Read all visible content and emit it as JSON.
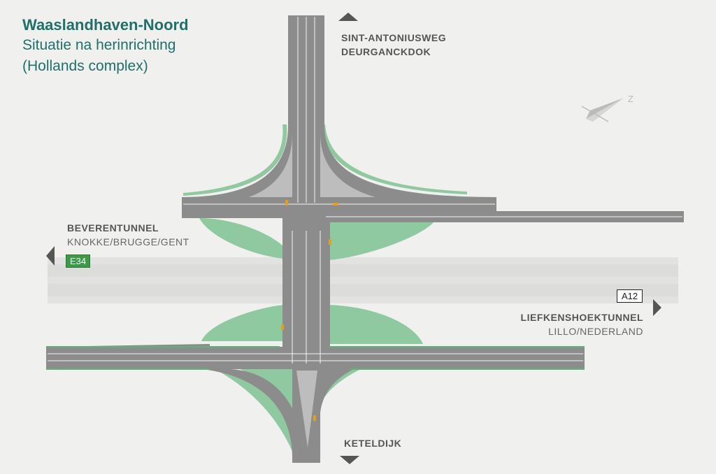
{
  "title": {
    "main": "Waaslandhaven-Noord",
    "line2": "Situatie na herinrichting",
    "line3": "(Hollands complex)"
  },
  "destinations": {
    "north": {
      "line1": "SINT-ANTONIUSWEG",
      "line2": "DEURGANCKDOK"
    },
    "west": {
      "line1": "BEVERENTUNNEL",
      "line2": "KNOKKE/BRUGGE/GENT",
      "shield": "E34"
    },
    "east": {
      "line1": "LIEFKENSHOEKTUNNEL",
      "line2": "LILLO/NEDERLAND",
      "shield": "A12"
    },
    "south": {
      "line1": "KETELDIJK"
    }
  },
  "compass": {
    "letter": "Z"
  },
  "colors": {
    "background": "#f0f0ef",
    "road": "#8c8c8c",
    "greenery": "#8ec9a0",
    "title": "#1f6f6a",
    "shield_e34": "#3a9a45"
  }
}
